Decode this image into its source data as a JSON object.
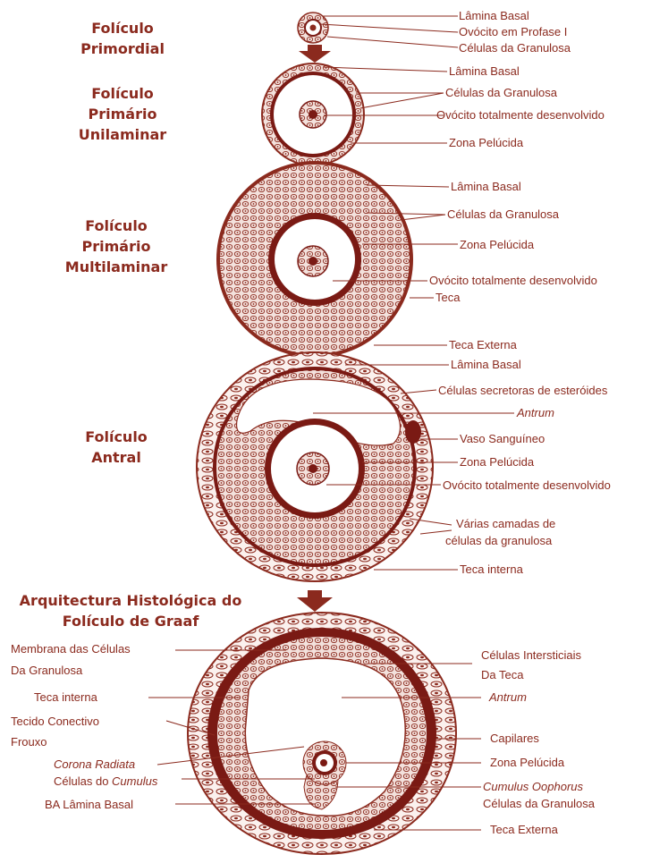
{
  "colors": {
    "ink": "#8b2a1e",
    "dark": "#7a1a14",
    "cell": "#f3e1dc",
    "antrum": "#ffffff"
  },
  "stages": {
    "primordial": {
      "line1": "Folículo",
      "line2": "Primordial"
    },
    "unilaminar": {
      "line1": "Folículo",
      "line2": "Primário",
      "line3": "Unilaminar"
    },
    "multilaminar": {
      "line1": "Folículo",
      "line2": "Primário",
      "line3": "Multilaminar"
    },
    "antral": {
      "line1": "Folículo",
      "line2": "Antral"
    },
    "graaf": {
      "line1": "Arquitectura Histológica do",
      "line2": "Folículo de Graaf"
    }
  },
  "labels": {
    "primordial": {
      "basal": "Lâmina Basal",
      "oocyte": "Ovócito em Profase I",
      "granulosa": "Células da Granulosa"
    },
    "unilaminar": {
      "basal": "Lâmina Basal",
      "granulosa": "Células da Granulosa",
      "oocyte": "Ovócito totalmente desenvolvido",
      "zona": "Zona Pelúcida"
    },
    "multilaminar": {
      "basal": "Lâmina Basal",
      "granulosa": "Células da Granulosa",
      "zona": "Zona Pelúcida",
      "oocyte": "Ovócito totalmente desenvolvido",
      "theca": "Teca"
    },
    "antral": {
      "theca_externa": "Teca Externa",
      "basal": "Lâmina Basal",
      "secretory": "Células secretoras de esteróides",
      "antrum": "Antrum",
      "vessel": "Vaso Sanguíneo",
      "zona": "Zona Pelúcida",
      "oocyte": "Ovócito totalmente desenvolvido",
      "layers1": "Várias camadas de",
      "layers2": "células da granulosa",
      "theca_interna": "Teca interna"
    },
    "graaf": {
      "membrane1": "Membrana das Células",
      "membrane2": "Da Granulosa",
      "theca_interna": "Teca interna",
      "connective1": "Tecido Conectivo",
      "connective2": "Frouxo",
      "corona": "Corona Radiata",
      "cumulus_cells_pre": "Células do ",
      "cumulus_cells_it": "Cumulus",
      "basal": "BA Lâmina Basal",
      "interstitial1": "Células Intersticiais",
      "interstitial2": "Da Teca",
      "antrum": "Antrum",
      "capillaries": "Capilares",
      "zona": "Zona Pelúcida",
      "cumulus_oophorus": "Cumulus Oophorus",
      "granulosa": "Células da Granulosa",
      "theca_externa": "Teca Externa"
    }
  }
}
